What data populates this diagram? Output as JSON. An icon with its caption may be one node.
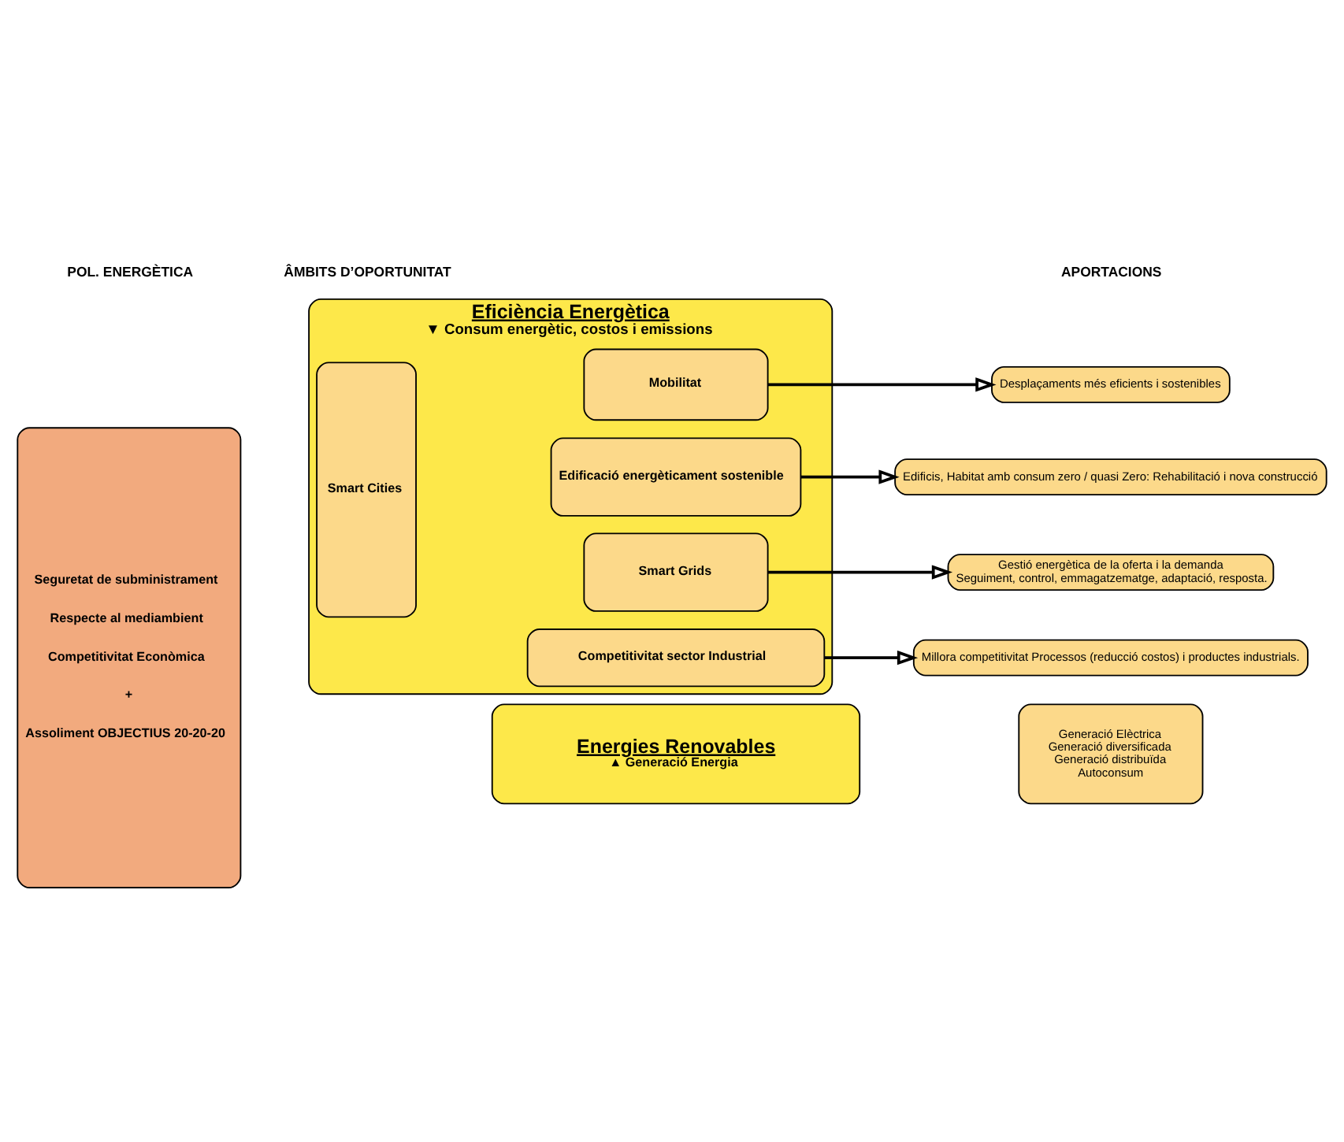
{
  "diagram": {
    "nodes": [
      {
        "text": [
          "Seguretat de subministrament",
          "Respecte al mediambient",
          "Competitivitat Econòmica",
          "+",
          "Assoliment OBJECTIUS 20-20-20"
        ]
      },
      {
        "text": [
          "Eficiència Energètica",
          "▼ Consum energètic, costos i emissions"
        ]
      },
      {
        "text": [
          "Smart Cities"
        ],
        "in": 1
      },
      {
        "text": [
          "Mobilitat"
        ],
        "in": 1
      },
      {
        "text": [
          "Edificació energèticament sostenible"
        ],
        "in": 1
      },
      {
        "text": [
          "Smart Grids"
        ],
        "in": 1
      },
      {
        "text": [
          "Competitivitat sector Industrial"
        ],
        "in": 1
      },
      {
        "text": [
          "Energies Renovables",
          "▲ Generació Energia"
        ]
      },
      {
        "text": [
          "Desplaçaments més eficients i sostenibles"
        ]
      },
      {
        "text": [
          "Edificis, Habitat amb consum zero / quasi Zero: Rehabilitació i nova construcció"
        ]
      },
      {
        "text": [
          "Gestió energètica de la oferta i la demanda",
          "Seguiment, control, emmagatzematge, adaptació, resposta."
        ]
      },
      {
        "text": [
          "Millora competitivitat Processos (reducció costos) i productes industrials."
        ]
      },
      {
        "text": [
          "Generació Elèctrica",
          "Generació diversificada",
          "Generació distribuïda",
          "Autoconsum"
        ]
      }
    ],
    "edges": [
      {
        "from": 3,
        "to": 8,
        "arrow": "to"
      },
      {
        "from": 4,
        "to": 9,
        "arrow": "to"
      },
      {
        "from": 5,
        "to": 10,
        "arrow": "to"
      },
      {
        "from": 6,
        "to": 11,
        "arrow": "to"
      }
    ],
    "labels": [
      "POL. ENERGÈTICA",
      "ÂMBITS D’OPORTUNITAT",
      "APORTACIONS"
    ]
  }
}
